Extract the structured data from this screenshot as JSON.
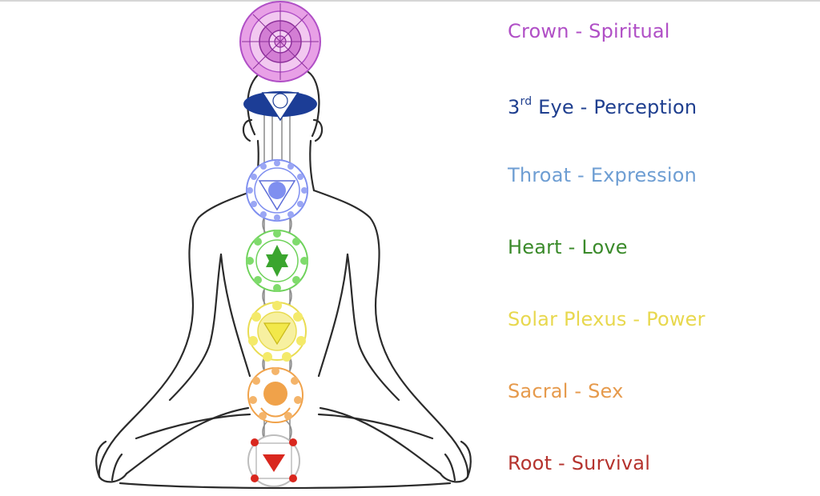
{
  "chakras": [
    {
      "id": "crown",
      "name": "Crown",
      "meaning": "Spiritual",
      "color": "#b04fc6",
      "fill": "#e8a0e6"
    },
    {
      "id": "third-eye",
      "name_main": "3",
      "name_sup": "rd",
      "name_rest": " Eye",
      "meaning": "Perception",
      "color": "#1f3f8f",
      "fill": "#1c3d96"
    },
    {
      "id": "throat",
      "name": "Throat",
      "meaning": "Expression",
      "color": "#6e9ed3",
      "fill": "#7f8ff0"
    },
    {
      "id": "heart",
      "name": "Heart",
      "meaning": "Love",
      "color": "#3a8a2a",
      "fill": "#6ed25a"
    },
    {
      "id": "solar",
      "name": "Solar Plexus",
      "meaning": "Power",
      "color": "#e8d84e",
      "fill": "#f2e84a"
    },
    {
      "id": "sacral",
      "name": "Sacral",
      "meaning": "Sex",
      "color": "#e69a4c",
      "fill": "#f0a24a"
    },
    {
      "id": "root",
      "name": "Root",
      "meaning": "Survival",
      "color": "#b5332e",
      "fill": "#d9271e"
    }
  ],
  "separator": " - "
}
